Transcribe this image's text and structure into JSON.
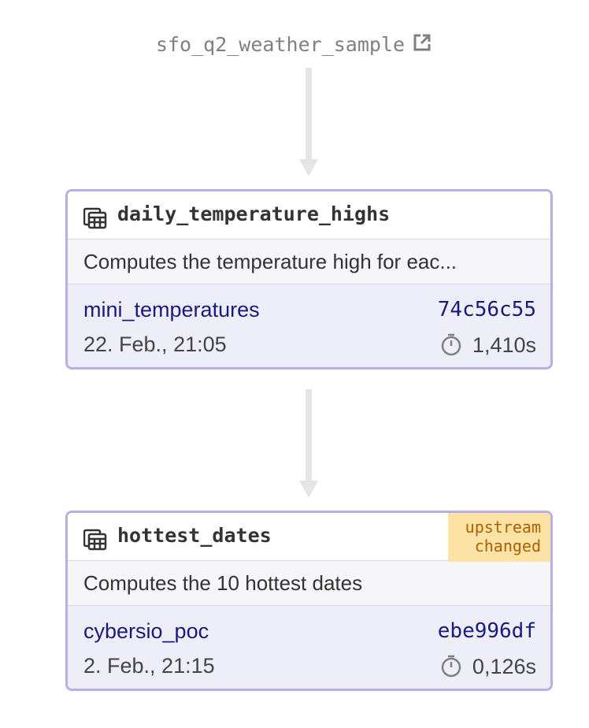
{
  "source": {
    "label": "sfo_q2_weather_sample",
    "icon": "external-link-icon"
  },
  "nodes": [
    {
      "title": "daily_temperature_highs",
      "icon": "table-icon",
      "description": "Computes the temperature high for eac...",
      "connection": "mini_temperatures",
      "date": "22. Feb., 21:05",
      "hash": "74c56c55",
      "duration": "1,410s"
    },
    {
      "title": "hottest_dates",
      "icon": "table-icon",
      "badge_line1": "upstream",
      "badge_line2": "changed",
      "description": "Computes the 10 hottest dates",
      "connection": "cybersio_poc",
      "date": "2. Feb., 21:15",
      "hash": "ebe996df",
      "duration": "0,126s"
    }
  ],
  "colors": {
    "node_border": "#b7b0e8",
    "node_body": "#eeeef8",
    "badge_bg": "#fbe3a6",
    "badge_text": "#b05e00",
    "link_text": "#1a1a7e",
    "edge": "#e5e5e5"
  }
}
